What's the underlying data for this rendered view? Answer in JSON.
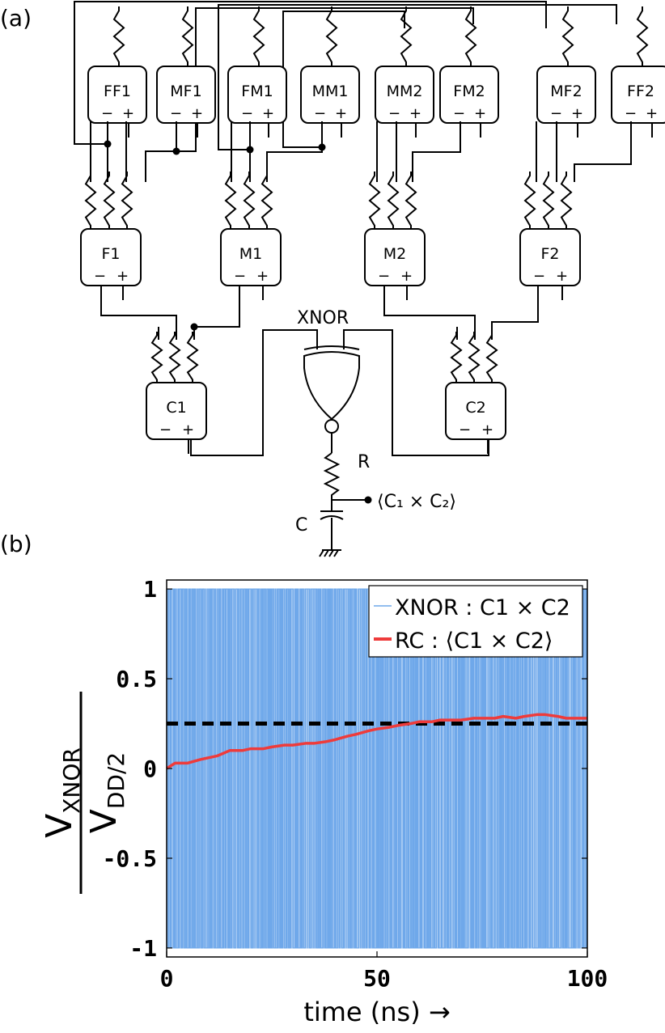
{
  "panel_a": {
    "label": "(a)",
    "top_blocks": [
      "FF1",
      "MF1",
      "FM1",
      "MM1",
      "MM2",
      "FM2",
      "MF2",
      "FF2"
    ],
    "mid_blocks": [
      "F1",
      "M1",
      "M2",
      "F2"
    ],
    "low_blocks": [
      "C1",
      "C2"
    ],
    "pin_minus": "−",
    "pin_plus": "+",
    "gate_label": "XNOR",
    "resistor_label": "R",
    "capacitor_label": "C",
    "output_label": "⟨C₁ × C₂⟩"
  },
  "panel_b": {
    "label": "(b)"
  },
  "chart_data": {
    "type": "line",
    "xlabel": "time (ns) →",
    "ylabel": "V_XNOR / V_DD/2",
    "ylabel_num": "V",
    "ylabel_num_sub": "XNOR",
    "ylabel_den": "V",
    "ylabel_den_sub": "DD/2",
    "xlim": [
      0,
      100
    ],
    "ylim": [
      -1.05,
      1.05
    ],
    "xticks": [
      "0",
      "50",
      "100"
    ],
    "xtick_values": [
      0,
      50,
      100
    ],
    "yticks": [
      "1",
      "0.5",
      "0",
      "-0.5",
      "-1"
    ],
    "ytick_values": [
      1,
      0.5,
      0,
      -0.5,
      -1
    ],
    "legend_position": "top-right",
    "reference_line": {
      "y": 0.25,
      "style": "dashed",
      "color": "#000000"
    },
    "series": [
      {
        "name": "XNOR : C1 × C2",
        "color": "#6fa8ea",
        "kind": "binary switching between -1 and 1",
        "levels": [
          -1,
          1
        ],
        "toggles": 520
      },
      {
        "name": "RC : ⟨C1 × C2⟩",
        "color": "#ee3b3b",
        "x": [
          0,
          2,
          5,
          8,
          10,
          12,
          15,
          18,
          20,
          23,
          25,
          28,
          30,
          33,
          35,
          38,
          40,
          43,
          45,
          48,
          50,
          53,
          55,
          58,
          60,
          63,
          65,
          68,
          70,
          73,
          75,
          78,
          80,
          83,
          85,
          88,
          90,
          93,
          95,
          98,
          100
        ],
        "values": [
          0.0,
          0.03,
          0.03,
          0.05,
          0.06,
          0.07,
          0.1,
          0.1,
          0.11,
          0.11,
          0.12,
          0.13,
          0.13,
          0.14,
          0.14,
          0.15,
          0.16,
          0.18,
          0.19,
          0.21,
          0.22,
          0.23,
          0.24,
          0.25,
          0.26,
          0.26,
          0.27,
          0.27,
          0.27,
          0.28,
          0.28,
          0.28,
          0.29,
          0.28,
          0.29,
          0.3,
          0.3,
          0.29,
          0.28,
          0.28,
          0.28
        ]
      }
    ]
  }
}
